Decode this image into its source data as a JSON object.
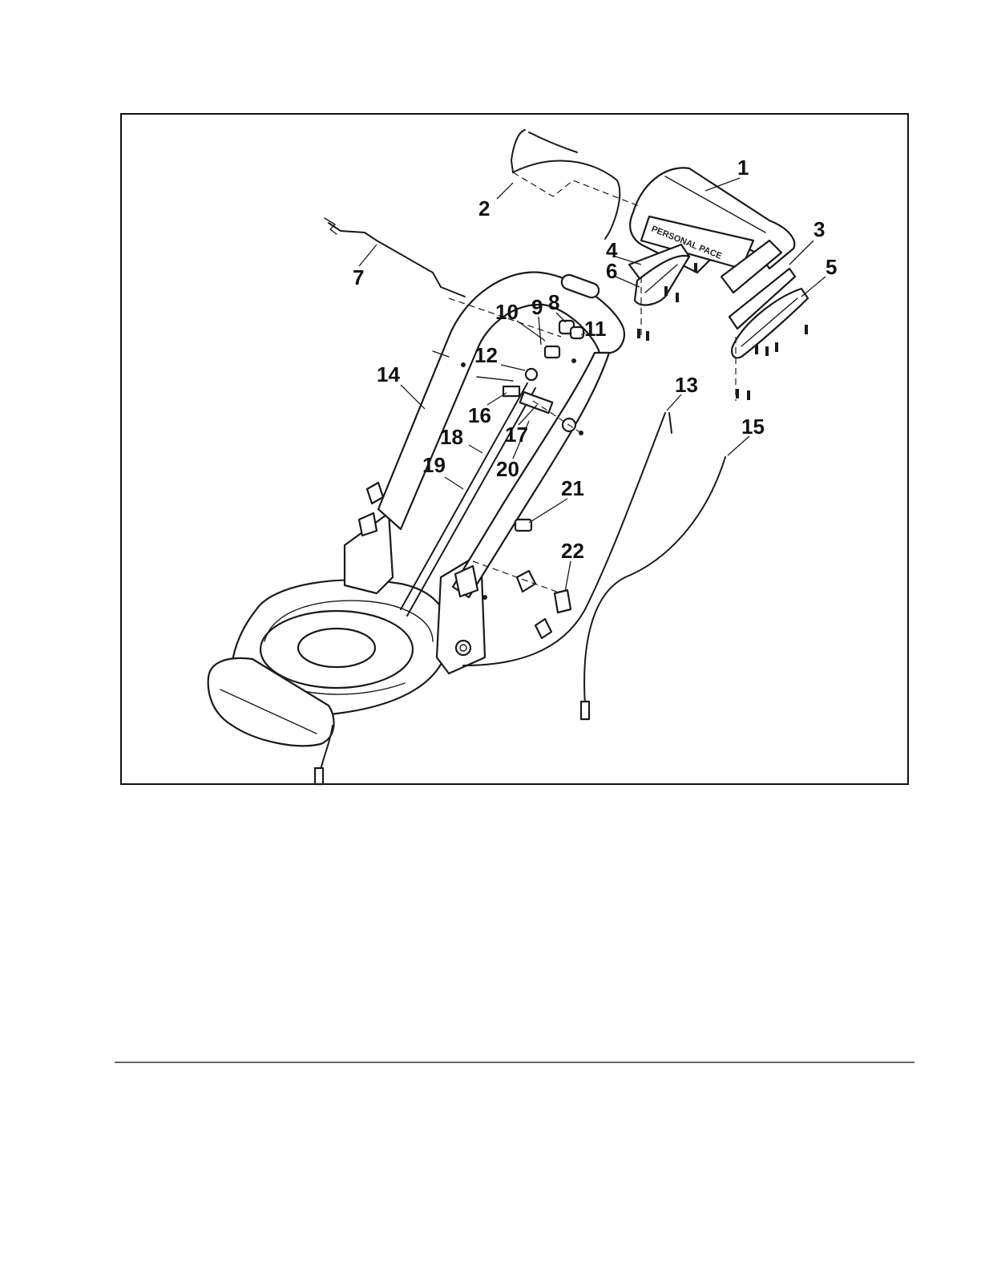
{
  "diagram": {
    "type": "exploded-parts-view",
    "embossed_text": "PERSONAL PACE",
    "callouts": [
      {
        "id": "1",
        "label": "1"
      },
      {
        "id": "2",
        "label": "2"
      },
      {
        "id": "3",
        "label": "3"
      },
      {
        "id": "4",
        "label": "4"
      },
      {
        "id": "5",
        "label": "5"
      },
      {
        "id": "6",
        "label": "6"
      },
      {
        "id": "7",
        "label": "7"
      },
      {
        "id": "8",
        "label": "8"
      },
      {
        "id": "9",
        "label": "9"
      },
      {
        "id": "10",
        "label": "10"
      },
      {
        "id": "11",
        "label": "11"
      },
      {
        "id": "12",
        "label": "12"
      },
      {
        "id": "13",
        "label": "13"
      },
      {
        "id": "14",
        "label": "14"
      },
      {
        "id": "15",
        "label": "15"
      },
      {
        "id": "16",
        "label": "16"
      },
      {
        "id": "17",
        "label": "17"
      },
      {
        "id": "18",
        "label": "18"
      },
      {
        "id": "19",
        "label": "19"
      },
      {
        "id": "20",
        "label": "20"
      },
      {
        "id": "21",
        "label": "21"
      },
      {
        "id": "22",
        "label": "22"
      }
    ]
  }
}
